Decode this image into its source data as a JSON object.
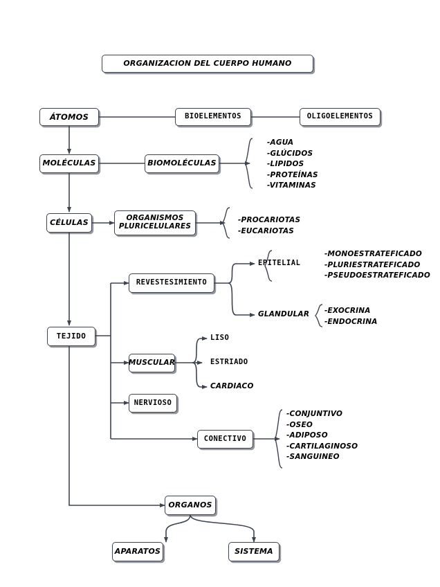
{
  "title": {
    "label": "ORGANIZACION DEL CUERPO HUMANO"
  },
  "colors": {
    "stroke": "#3d4450",
    "background": "#ffffff",
    "text": "#000000"
  },
  "nodes": {
    "atomos": "ÁTOMOS",
    "bioelementos": "BIOELEMENTOS",
    "oligoelementos": "OLIGOELEMENTOS",
    "moleculas": "MOLÉCULAS",
    "biomoleculas": "BIOMOLÉCULAS",
    "celulas": "CÉLULAS",
    "organismos_pluricelulares": "ORGANISMOS\nPLURICELULARES",
    "tejido": "TEJIDO",
    "revestesimiento": "REVESTESIMIENTO",
    "muscular": "MUSCULAR",
    "nervioso": "NERVIOSO",
    "conectivo": "CONECTIVO",
    "organos": "ORGANOS",
    "aparatos": "APARATOS",
    "sistema": "SISTEMA"
  },
  "labels": {
    "epitelial": "EPITELIAL",
    "glandular": "GLANDULAR",
    "liso": "LISO",
    "estriado": "ESTRIADO",
    "cardiaco": "CARDIACO"
  },
  "lists": {
    "biomoleculas": "-AGUA\n-GLÚCIDOS\n-LIPIDOS\n-PROTEÍNAS\n-VITAMINAS",
    "organismos": "-PROCARIOTAS\n-EUCARIOTAS",
    "epitelial": "-MONOESTRATEFICADO\n-PLURIESTRATEFICADO\n-PSEUDOESTRATEFICADO",
    "glandular": "-EXOCRINA\n-ENDOCRINA",
    "conectivo": "-CONJUNTIVO\n-OSEO\n-ADIPOSO\n-CARTILAGINOSO\n-SANGUINEO"
  },
  "chart_data": {
    "type": "diagram",
    "title": "ORGANIZACION DEL CUERPO HUMANO",
    "levels": [
      {
        "name": "ÁTOMOS",
        "children": [
          "BIOELEMENTOS"
        ]
      },
      {
        "name": "BIOELEMENTOS",
        "children": [
          "OLIGOELEMENTOS"
        ]
      },
      {
        "name": "MOLÉCULAS",
        "children": [
          "BIOMOLÉCULAS"
        ]
      },
      {
        "name": "BIOMOLÉCULAS",
        "children": [
          "-AGUA",
          "-GLÚCIDOS",
          "-LIPIDOS",
          "-PROTEÍNAS",
          "-VITAMINAS"
        ]
      },
      {
        "name": "CÉLULAS",
        "children": [
          "ORGANISMOS PLURICELULARES"
        ]
      },
      {
        "name": "ORGANISMOS PLURICELULARES",
        "children": [
          "-PROCARIOTAS",
          "-EUCARIOTAS"
        ]
      },
      {
        "name": "TEJIDO",
        "children": [
          "REVESTESIMIENTO",
          "MUSCULAR",
          "NERVIOSO",
          "CONECTIVO"
        ]
      },
      {
        "name": "REVESTESIMIENTO",
        "children": [
          "EPITELIAL",
          "GLANDULAR"
        ]
      },
      {
        "name": "EPITELIAL",
        "children": [
          "-MONOESTRATEFICADO",
          "-PLURIESTRATEFICADO",
          "-PSEUDOESTRATEFICADO"
        ]
      },
      {
        "name": "GLANDULAR",
        "children": [
          "-EXOCRINA",
          "-ENDOCRINA"
        ]
      },
      {
        "name": "MUSCULAR",
        "children": [
          "LISO",
          "ESTRIADO",
          "CARDIACO"
        ]
      },
      {
        "name": "CONECTIVO",
        "children": [
          "-CONJUNTIVO",
          "-OSEO",
          "-ADIPOSO",
          "-CARTILAGINOSO",
          "-SANGUINEO"
        ]
      },
      {
        "name": "ORGANOS",
        "children": [
          "APARATOS",
          "SISTEMA"
        ]
      }
    ],
    "spine": [
      "ÁTOMOS",
      "MOLÉCULAS",
      "CÉLULAS",
      "TEJIDO",
      "ORGANOS"
    ]
  }
}
